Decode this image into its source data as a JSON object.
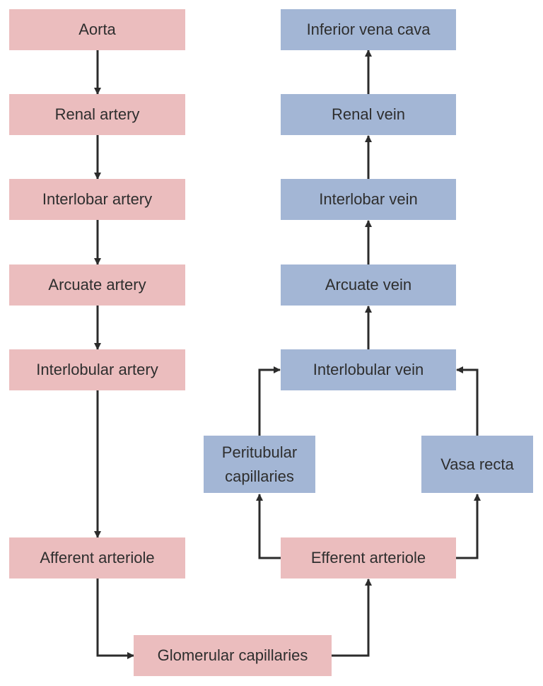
{
  "colors": {
    "artery": "#ebbdbe",
    "vein": "#a3b6d5",
    "arrow": "#2b2b2b",
    "text": "#2e2e2e"
  },
  "nodes": {
    "aorta": "Aorta",
    "renal_artery": "Renal artery",
    "interlobar_artery": "Interlobar artery",
    "arcuate_artery": "Arcuate artery",
    "interlobular_artery": "Interlobular artery",
    "afferent_arteriole": "Afferent arteriole",
    "glomerular_capillaries": "Glomerular capillaries",
    "efferent_arteriole": "Efferent arteriole",
    "peritubular_capillaries": "Peritubular\ncapillaries",
    "vasa_recta": "Vasa recta",
    "interlobular_vein": "Interlobular vein",
    "arcuate_vein": "Arcuate vein",
    "interlobar_vein": "Interlobar vein",
    "renal_vein": "Renal vein",
    "inferior_vena_cava": "Inferior vena cava"
  },
  "edges": [
    [
      "aorta",
      "renal_artery"
    ],
    [
      "renal_artery",
      "interlobar_artery"
    ],
    [
      "interlobar_artery",
      "arcuate_artery"
    ],
    [
      "arcuate_artery",
      "interlobular_artery"
    ],
    [
      "interlobular_artery",
      "afferent_arteriole"
    ],
    [
      "afferent_arteriole",
      "glomerular_capillaries"
    ],
    [
      "glomerular_capillaries",
      "efferent_arteriole"
    ],
    [
      "efferent_arteriole",
      "peritubular_capillaries"
    ],
    [
      "efferent_arteriole",
      "vasa_recta"
    ],
    [
      "peritubular_capillaries",
      "interlobular_vein"
    ],
    [
      "vasa_recta",
      "interlobular_vein"
    ],
    [
      "interlobular_vein",
      "arcuate_vein"
    ],
    [
      "arcuate_vein",
      "interlobar_vein"
    ],
    [
      "interlobar_vein",
      "renal_vein"
    ],
    [
      "renal_vein",
      "inferior_vena_cava"
    ]
  ]
}
